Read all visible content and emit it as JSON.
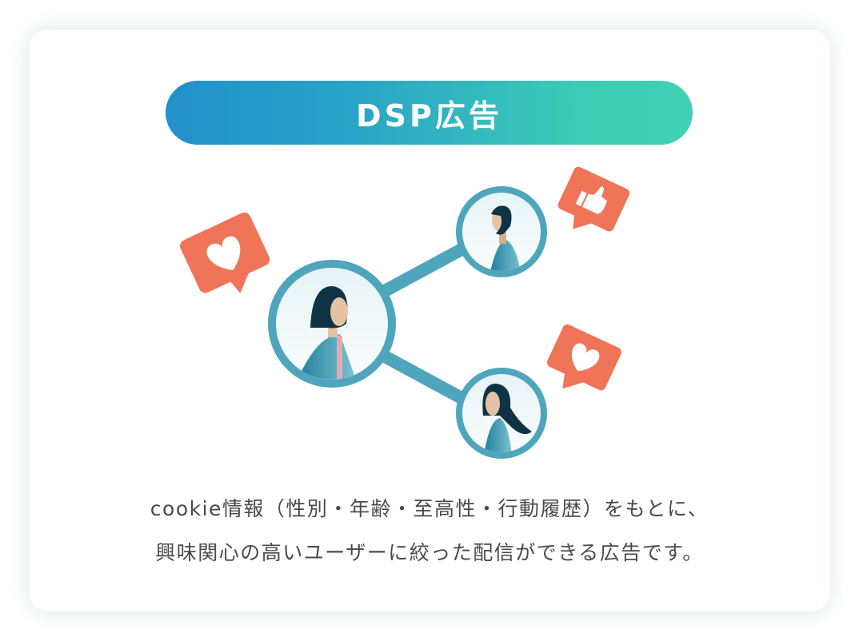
{
  "title": "DSP広告",
  "description": {
    "line1": "cookie情報（性別・年齢・至高性・行動履歴）をもとに、",
    "line2": "興味関心の高いユーザーに絞った配信ができる広告です。"
  },
  "colors": {
    "accent_start": "#2390cb",
    "accent_end": "#40d0b5",
    "bubble": "#f07458",
    "ring": "#4ea5bc"
  },
  "icons": [
    "heart-bubble-icon",
    "thumbs-up-bubble-icon",
    "heart-bubble-icon"
  ]
}
